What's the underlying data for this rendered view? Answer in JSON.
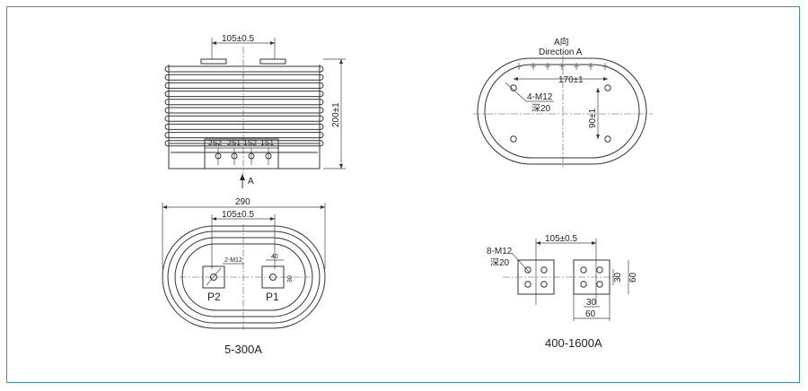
{
  "drawing": {
    "left_view": {
      "top_dim": "105±0.5",
      "height_dim": "200±1",
      "terminals": [
        "2S2",
        "2S1",
        "1S2",
        "1S1"
      ],
      "arrow_label": "A",
      "width_dim": "290",
      "plan_dim": "105±0.5",
      "tap_label": "2-M12",
      "pad_dim_h": "40",
      "pad_dim_v": "30",
      "p2": "P2",
      "p1": "P1",
      "rating": "5-300A"
    },
    "right_view": {
      "view_cn": "A向",
      "view_en": "Direction A",
      "span_dim": "170±1",
      "hole_spec": "4-M12",
      "hole_depth": "深20",
      "span_v_dim": "90±1",
      "pad_spec": "8-M12",
      "pad_depth": "深20",
      "pad_center_dim": "105±0.5",
      "pad_dim_30_v": "30",
      "pad_dim_60_v": "60",
      "pad_dim_30_h": "30",
      "pad_dim_60_h": "60",
      "rating": "400-1600A"
    }
  },
  "colors": {
    "frame": "#3f88c5",
    "line": "#333333"
  }
}
